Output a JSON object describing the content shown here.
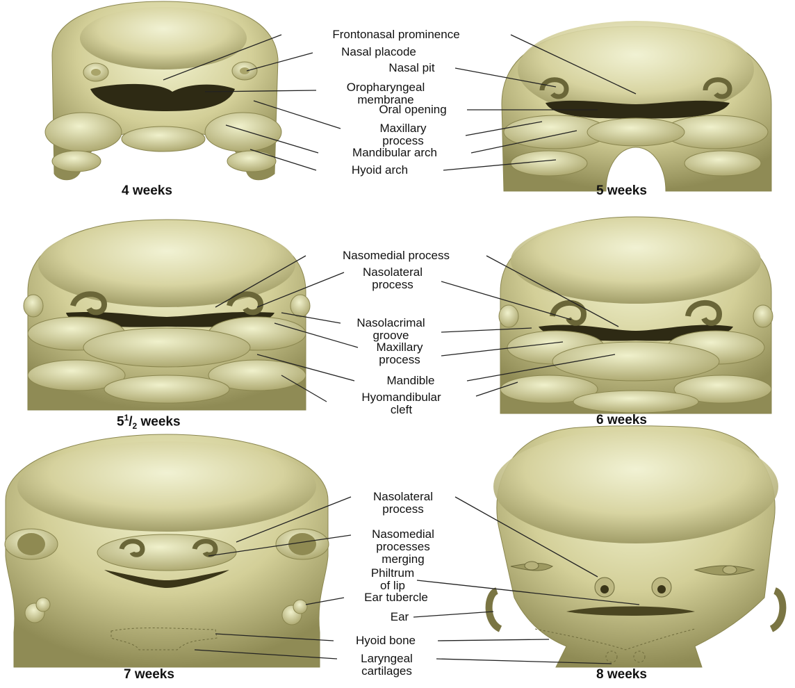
{
  "stages": {
    "w4": "4 weeks",
    "w5": "5 weeks",
    "w5_5_whole": "5",
    "w5_5_num": "1",
    "w5_5_den": "2",
    "w5_5_unit": "weeks",
    "w6": "6 weeks",
    "w7": "7 weeks",
    "w8": "8 weeks"
  },
  "labels_row1": {
    "frontonasal": "Frontonasal prominence",
    "nasal_placode": "Nasal placode",
    "nasal_pit": "Nasal pit",
    "oropharyngeal": "Oropharyngeal\nmembrane",
    "oral_opening": "Oral opening",
    "maxillary": "Maxillary\nprocess",
    "mandibular_arch": "Mandibular arch",
    "hyoid_arch": "Hyoid arch"
  },
  "labels_row2": {
    "nasomedial": "Nasomedial process",
    "nasolateral": "Nasolateral\nprocess",
    "nasolacrimal": "Nasolacrimal\ngroove",
    "maxillary": "Maxillary\nprocess",
    "mandible": "Mandible",
    "hyomandibular": "Hyomandibular\ncleft"
  },
  "labels_row3": {
    "nasolateral": "Nasolateral\nprocess",
    "nasomedial_merging": "Nasomedial\nprocesses\nmerging",
    "philtrum": "Philtrum\nof lip",
    "ear_tubercle": "Ear tubercle",
    "ear": "Ear",
    "hyoid_bone": "Hyoid bone",
    "laryngeal": "Laryngeal\ncartilages"
  },
  "colors": {
    "skin_light": "#eef0c8",
    "skin_mid": "#c9c48d",
    "skin_dark": "#8e8a52",
    "cavity": "#2e2a14"
  }
}
